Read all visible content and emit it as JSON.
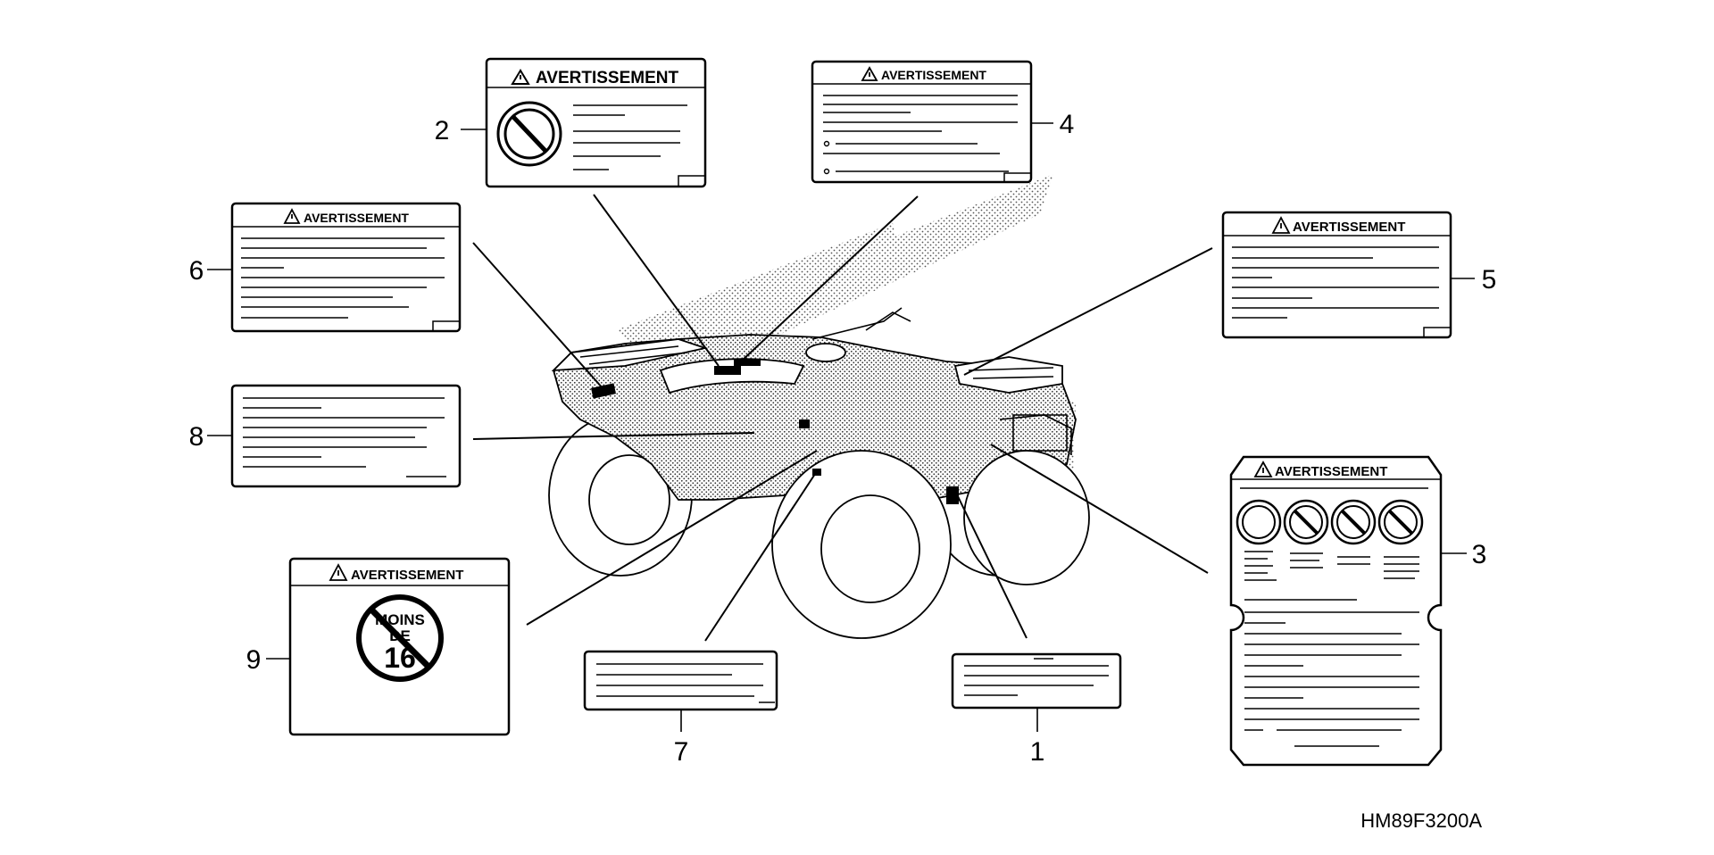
{
  "diagram_code": "HM89F3200A",
  "warning_heading": "AVERTISSEMENT",
  "callouts": {
    "n1": "1",
    "n2": "2",
    "n3": "3",
    "n4": "4",
    "n5": "5",
    "n6": "6",
    "n7": "7",
    "n8": "8",
    "n9": "9"
  },
  "age_badge": {
    "line1": "MOINS",
    "line2": "DE",
    "line3": "16"
  },
  "icons": {
    "warning": "warning-triangle-icon",
    "prohibition": "no-symbol-icon"
  },
  "colors": {
    "ink": "#000000",
    "paper": "#ffffff"
  }
}
